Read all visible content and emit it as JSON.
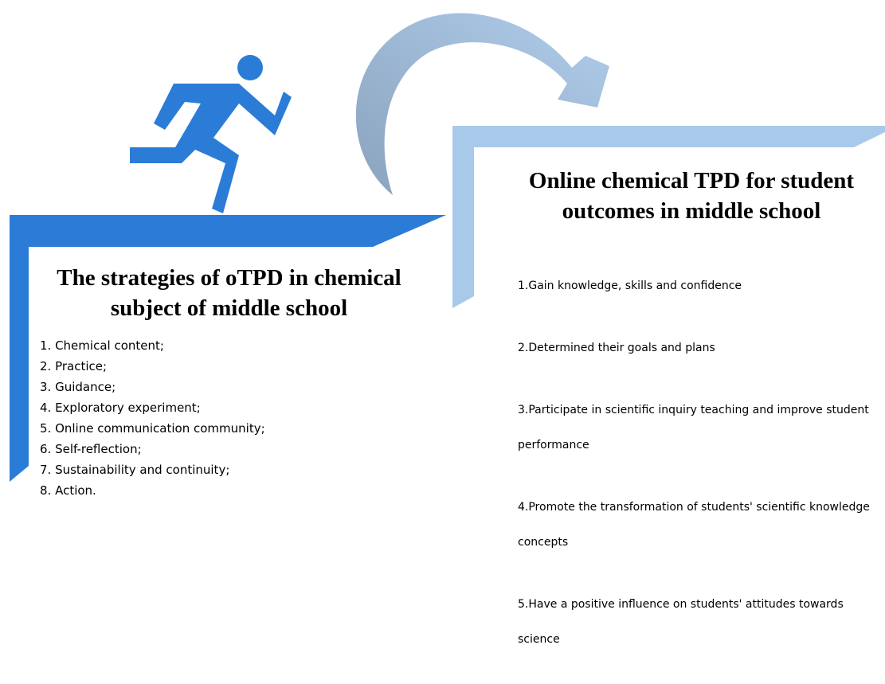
{
  "left": {
    "title": "The strategies of oTPD in chemical subject of middle school",
    "items": [
      "1. Chemical content;",
      "2. Practice;",
      "3. Guidance;",
      "4. Exploratory experiment;",
      "5. Online communication community;",
      "6. Self-reflection;",
      "7. Sustainability and continuity;",
      "8. Action."
    ]
  },
  "right": {
    "title": "Online chemical TPD for student outcomes in middle school",
    "items": [
      "1.Gain knowledge, skills and confidence",
      "2.Determined their goals and plans",
      "3.Participate in scientific inquiry teaching and improve student performance",
      "4.Promote the transformation of students' scientific knowledge concepts",
      "5.Have a positive influence on students' attitudes towards science"
    ]
  },
  "icons": [
    "running-person-icon",
    "curved-arrow-icon"
  ],
  "colors": {
    "left_step": "#2B7CD6",
    "right_step": "#A9C9EA",
    "runner": "#2B7CD6",
    "arrow_dark": "#8AA3BE",
    "arrow_light": "#A9C9EA"
  }
}
